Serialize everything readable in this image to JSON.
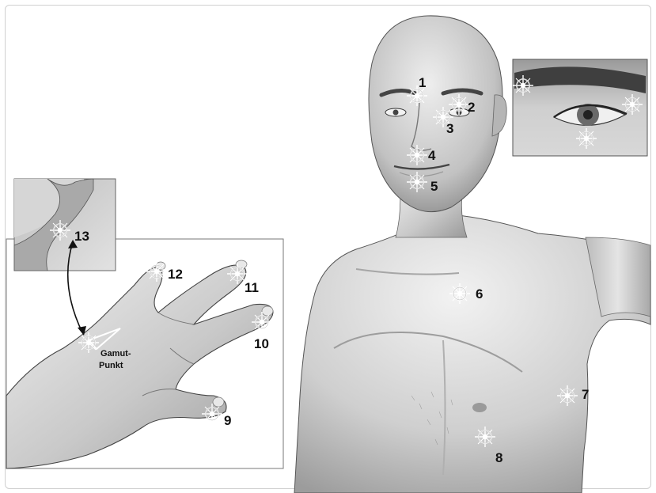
{
  "points": [
    {
      "id": "1",
      "label": "1"
    },
    {
      "id": "2",
      "label": "2"
    },
    {
      "id": "3",
      "label": "3"
    },
    {
      "id": "4",
      "label": "4"
    },
    {
      "id": "5",
      "label": "5"
    },
    {
      "id": "6",
      "label": "6"
    },
    {
      "id": "7",
      "label": "7"
    },
    {
      "id": "8",
      "label": "8"
    },
    {
      "id": "9",
      "label": "9"
    },
    {
      "id": "10",
      "label": "10"
    },
    {
      "id": "11",
      "label": "11"
    },
    {
      "id": "12",
      "label": "12"
    },
    {
      "id": "13",
      "label": "13"
    }
  ],
  "gamut_label": {
    "line1": "Gamut-",
    "line2": "Punkt"
  },
  "colors": {
    "skin_light": "#e6e6e6",
    "skin_mid": "#bdbdbd",
    "skin_dark": "#8a8a8a",
    "outline": "#444444",
    "star": "#ffffff"
  }
}
